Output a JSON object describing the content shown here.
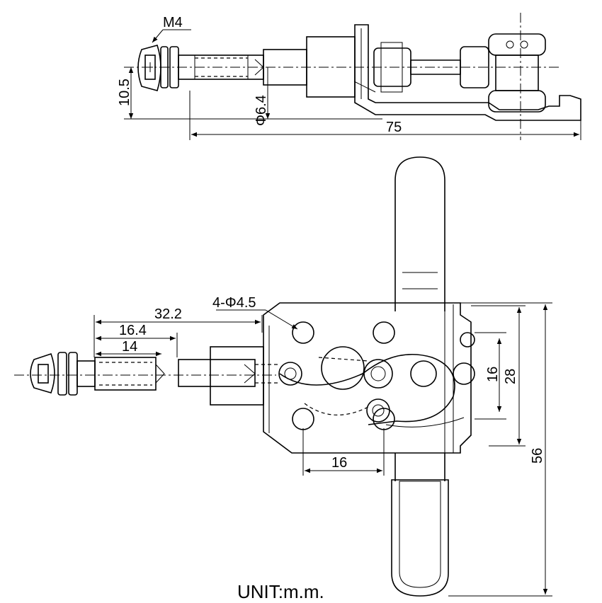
{
  "drawing": {
    "top_view": {
      "thread_label": "M4",
      "height_dim": "10.5",
      "dia_dim": "Φ6.4",
      "length_dim": "75"
    },
    "side_view": {
      "hole_label": "4-Φ4.5",
      "dim_32_2": "32.2",
      "dim_16_4": "16.4",
      "dim_14": "14",
      "dim_16_h": "16",
      "dim_16_v": "16",
      "dim_28": "28",
      "dim_56": "56"
    },
    "unit": "UNIT:m.m."
  }
}
